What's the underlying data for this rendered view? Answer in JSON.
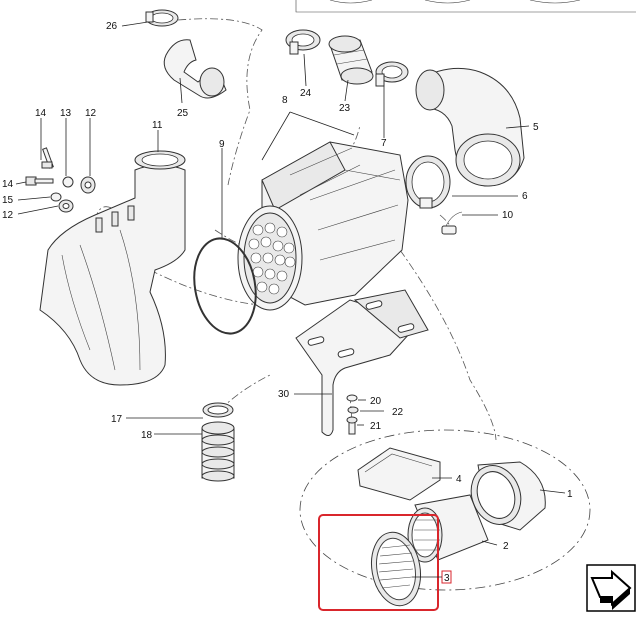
{
  "callouts": [
    {
      "id": "c26",
      "label": "26"
    },
    {
      "id": "c25",
      "label": "25"
    },
    {
      "id": "c24",
      "label": "24"
    },
    {
      "id": "c23",
      "label": "23"
    },
    {
      "id": "c8",
      "label": "8"
    },
    {
      "id": "c7",
      "label": "7"
    },
    {
      "id": "c5",
      "label": "5"
    },
    {
      "id": "c14a",
      "label": "14"
    },
    {
      "id": "c13",
      "label": "13"
    },
    {
      "id": "c12a",
      "label": "12"
    },
    {
      "id": "c11",
      "label": "11"
    },
    {
      "id": "c9",
      "label": "9"
    },
    {
      "id": "c14b",
      "label": "14"
    },
    {
      "id": "c15",
      "label": "15"
    },
    {
      "id": "c12b",
      "label": "12"
    },
    {
      "id": "c6",
      "label": "6"
    },
    {
      "id": "c10",
      "label": "10"
    },
    {
      "id": "c30",
      "label": "30"
    },
    {
      "id": "c20",
      "label": "20"
    },
    {
      "id": "c22",
      "label": "22"
    },
    {
      "id": "c21",
      "label": "21"
    },
    {
      "id": "c17",
      "label": "17"
    },
    {
      "id": "c18",
      "label": "18"
    },
    {
      "id": "c4",
      "label": "4"
    },
    {
      "id": "c1",
      "label": "1"
    },
    {
      "id": "c2",
      "label": "2"
    },
    {
      "id": "c3",
      "label": "3"
    }
  ],
  "highlight": {
    "color": "#d9262c",
    "part": "3"
  },
  "nav_icon": "next-page-arrow-icon"
}
